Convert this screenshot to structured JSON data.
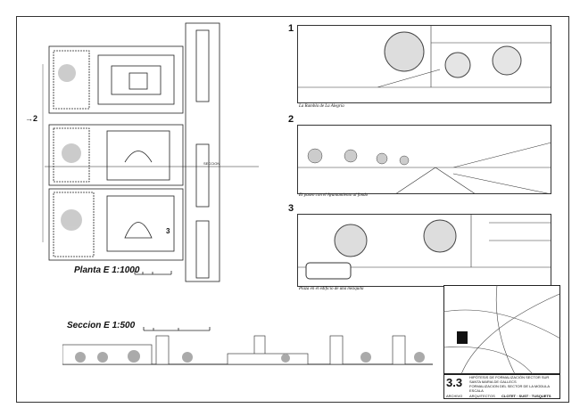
{
  "plan": {
    "title": "Planta  E 1:1000",
    "section_label": "SECCION",
    "marker_left": "2",
    "marker_bottom": "3"
  },
  "section": {
    "title": "Seccion  E 1:500"
  },
  "perspectives": [
    {
      "number": "1",
      "caption": "La Rambla de La Alegría"
    },
    {
      "number": "2",
      "caption": "El paseo con el Ayuntamiento al fondo"
    },
    {
      "number": "3",
      "caption": "Plaza en el edificio de una mezquita"
    }
  ],
  "title_block": {
    "sheet_number": "3.3",
    "line1": "HIPÓTESIS DE FORMALIZACIÓN SECTOR SUR",
    "line2": "SANTA MARIA DE GALLECS",
    "line3": "FORMALIZACION DEL SECTOR DE LA MODULA",
    "line4": "ESCALA",
    "archive_label": "ARCHIVO",
    "architects_label": "ARQUITECTOS",
    "architects": "CLOTET · SUST · TUSQUETS"
  }
}
